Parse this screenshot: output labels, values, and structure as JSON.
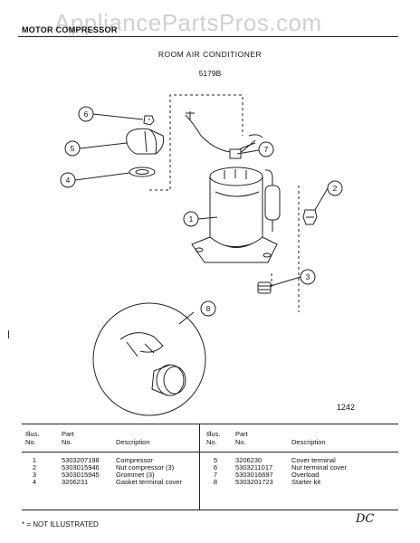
{
  "watermark": "AppliancePartsPros.com",
  "header": {
    "section": "MOTOR COMPRESSOR",
    "title": "ROOM AIR CONDITIONER",
    "model": "5179B"
  },
  "figure_number": "1242",
  "callouts": [
    "1",
    "2",
    "3",
    "4",
    "5",
    "6",
    "7",
    "8"
  ],
  "table": {
    "headers": {
      "illus": "Illus.",
      "no": "No.",
      "part": "Part",
      "part_no": "No.",
      "description": "Description"
    },
    "rows_left": [
      {
        "illus": "",
        "part": "5303207198",
        "desc": "Compressor"
      },
      {
        "illus": "2",
        "part": "5303015946",
        "desc": "Nut compressor (3)"
      },
      {
        "illus": "3",
        "part": "5303015945",
        "desc": "Grommet (3)"
      },
      {
        "illus": "4",
        "part": "3206231",
        "desc": "Gasket terminal cover"
      }
    ],
    "rows_left_first_illus": "1",
    "rows_right": [
      {
        "illus": "5",
        "part": "3206230",
        "desc": "Cover terminal"
      },
      {
        "illus": "6",
        "part": "5303211017",
        "desc": "Nut terminal cover"
      },
      {
        "illus": "7",
        "part": "5303016697",
        "desc": "Overload"
      },
      {
        "illus": "8",
        "part": "5303201723",
        "desc": "Starter kit"
      }
    ]
  },
  "footnote": "* = NOT ILLUSTRATED",
  "handwritten": "DC"
}
